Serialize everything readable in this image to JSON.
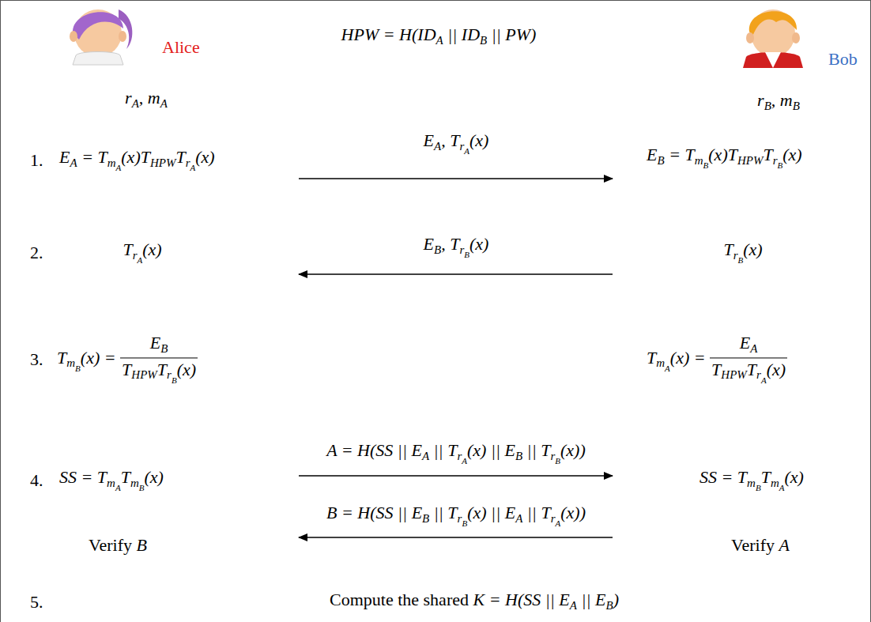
{
  "diagram": {
    "labels": [
      "Alice",
      "HPW = H(ID",
      "A",
      "|| ID",
      "B",
      "|| PW)",
      "Bob",
      "r",
      "A",
      ", m",
      "A",
      "r",
      "B",
      ", m",
      "B",
      "1.",
      "E",
      "A",
      "= T",
      "m",
      "A",
      "(x)T",
      "HPW",
      "T",
      "r",
      "A",
      "(x)",
      "E",
      "A",
      ", T",
      "r",
      "A",
      "(x)",
      "E",
      "B",
      "= T",
      "m",
      "B",
      "(x)T",
      "HPW",
      "T",
      "r",
      "B",
      "(x)",
      "2.",
      "T",
      "r",
      "A",
      "(x)",
      "E",
      "B",
      ", T",
      "r",
      "B",
      "(x)",
      "T",
      "r",
      "B",
      "(x)",
      "3.",
      "T",
      "m",
      "B",
      "(x) =",
      "E",
      "B",
      "T",
      "HPW",
      "T",
      "r",
      "B",
      "(x)",
      "T",
      "m",
      "A",
      "(x) =",
      "E",
      "A",
      "T",
      "HPW",
      "T",
      "r",
      "A",
      "(x)",
      "4.",
      "SS = T",
      "m",
      "A",
      "T",
      "m",
      "B",
      "(x)",
      "A = H(SS || E",
      "A",
      "|| T",
      "r",
      "A",
      "(x) || E",
      "B",
      "|| T",
      "r",
      "B",
      "(x))",
      "SS = T",
      "m",
      "B",
      "T",
      "m",
      "A",
      "(x)",
      "Verify",
      "B",
      "B = H(SS || E",
      "B",
      "|| T",
      "r",
      "B",
      "(x) || E",
      "A",
      "|| T",
      "r",
      "A",
      "(x))",
      "Verify",
      "A",
      "5.",
      "Compute the shared",
      "K = H(SS || E",
      "A",
      "|| E",
      "B",
      ")"
    ]
  }
}
